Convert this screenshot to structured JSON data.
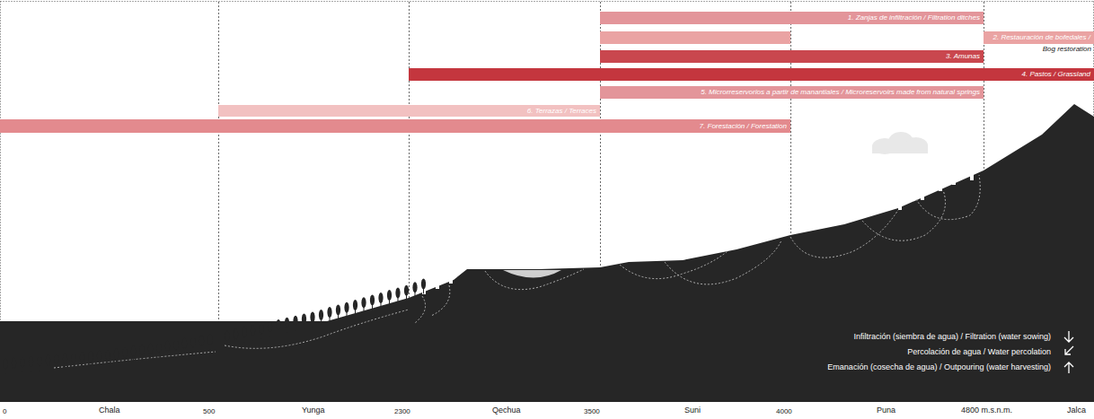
{
  "diagram": {
    "nodes": [
      {
        "text": [
          "1. Zanjas de infiltración / Filtration ditches"
        ]
      },
      {
        "text": [
          "2. Restauración de bofedales /",
          "Bog restoration"
        ]
      },
      {
        "text": [
          "3. Amunas"
        ]
      },
      {
        "text": [
          "4. Pastos / Grassland"
        ]
      },
      {
        "text": [
          "5. Microrreservorios a partir de manantiales / Microreservoirs made from natural springs"
        ]
      },
      {
        "text": [
          "6. Terrazas / Terraces"
        ]
      },
      {
        "text": [
          "7. Forestación / Forestation"
        ]
      }
    ],
    "labels": [
      "0",
      "Chala",
      "500",
      "Yunga",
      "2300",
      "Qechua",
      "3500",
      "Suni",
      "4000",
      "Puna",
      "4800 m.s.n.m.",
      "Jalca"
    ],
    "legend": [
      {
        "text": "Infiltración (siembra de agua) / Filtration (water sowing)"
      },
      {
        "text": "Percolación de agua / Water percolation"
      },
      {
        "text": "Emanación (cosecha de agua) / Outpouring (water harvesting)"
      }
    ]
  }
}
